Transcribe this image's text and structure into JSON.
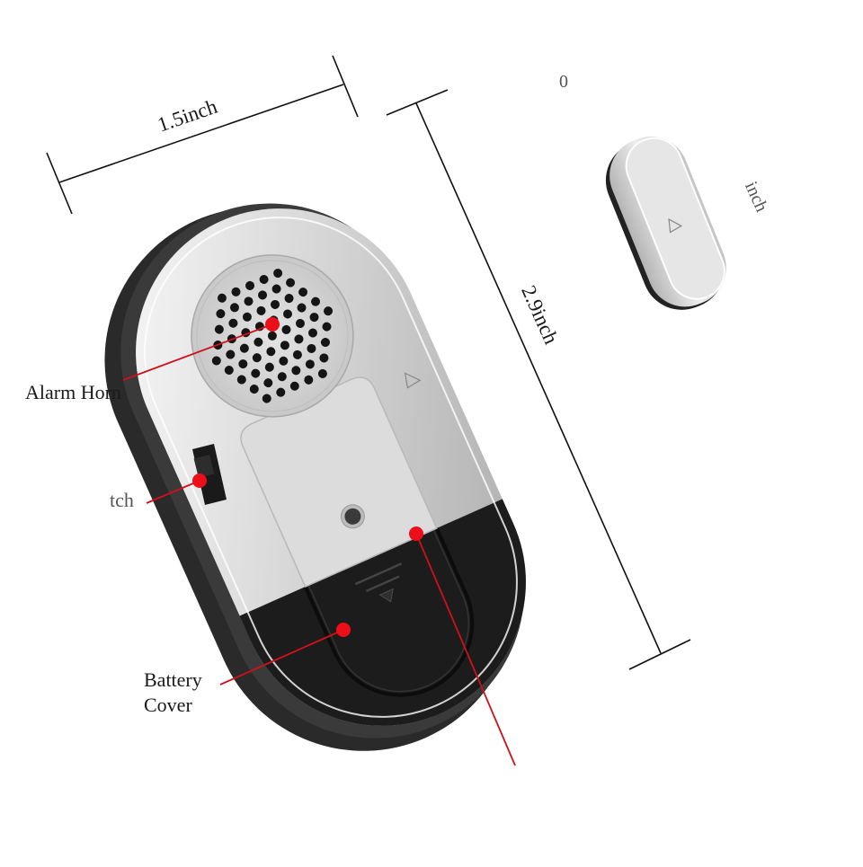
{
  "scene": {
    "description": "Product photo of a window/door alarm with magnetic sensor and labeled parts",
    "background": "#ffffff",
    "colors": {
      "silver_light": "#f2f2f2",
      "silver_mid": "#c9c9c9",
      "silver_dark": "#8f8f8f",
      "body_black": "#1c1c1c",
      "rim_black": "#2e2e2e",
      "annotation_red": "#e0111a",
      "dimension_line": "#111111"
    }
  },
  "dimensions": {
    "width_label": "1.5inch",
    "height_label": "2.9inch",
    "sensor_label_fragment": "inch",
    "sensor_label_fragment_top": "0"
  },
  "callouts": {
    "alarm_horn": "Alarm Horn",
    "switch_fragment": "tch",
    "battery_cover_line1": "Battery",
    "battery_cover_line2": "Cover"
  }
}
